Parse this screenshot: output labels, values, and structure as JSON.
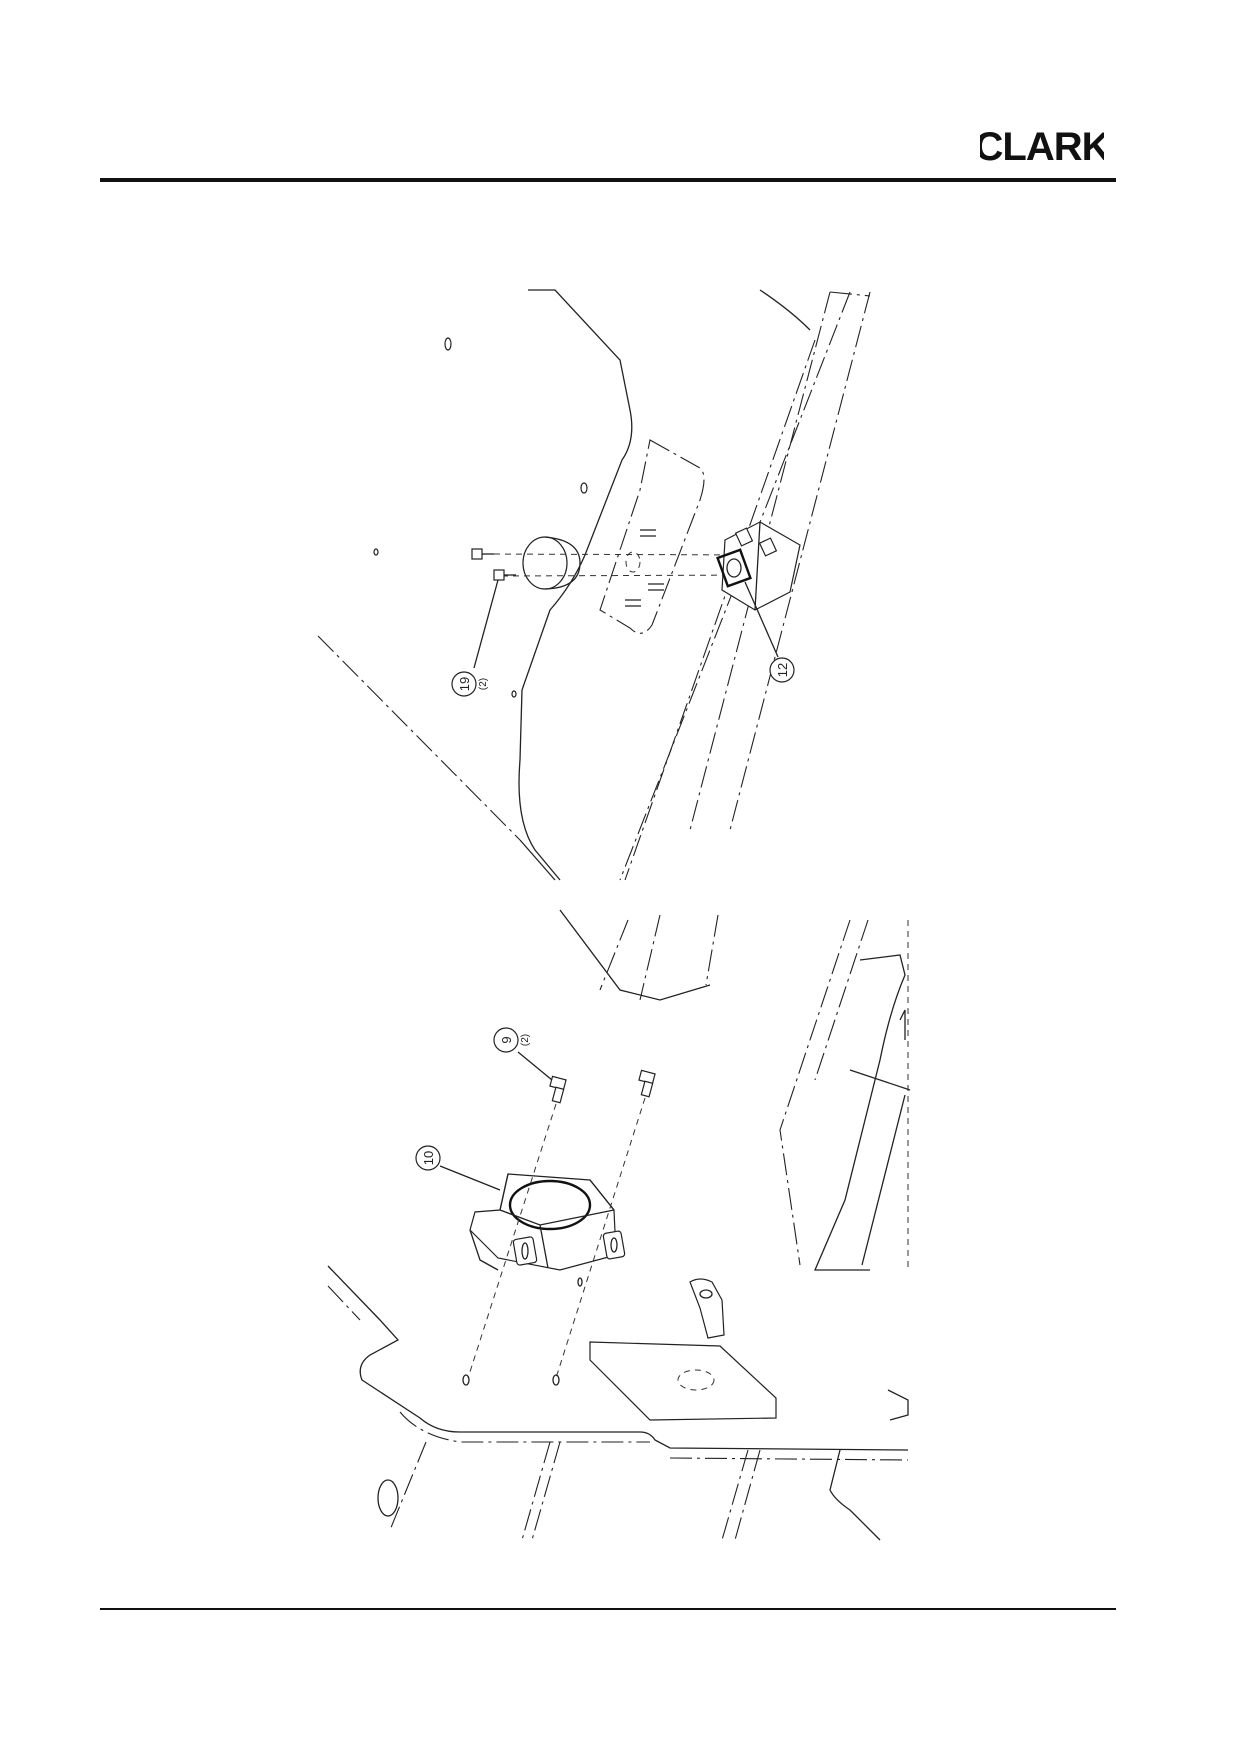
{
  "header": {
    "logo_text": "CLARK"
  },
  "callouts": {
    "c19": {
      "number": "19",
      "qty": "(2)"
    },
    "c12": {
      "number": "12"
    },
    "c9": {
      "number": "9",
      "qty": "(2)"
    },
    "c10": {
      "number": "10"
    }
  },
  "colors": {
    "ink": "#222222",
    "rule": "#111111",
    "background": "#ffffff"
  }
}
